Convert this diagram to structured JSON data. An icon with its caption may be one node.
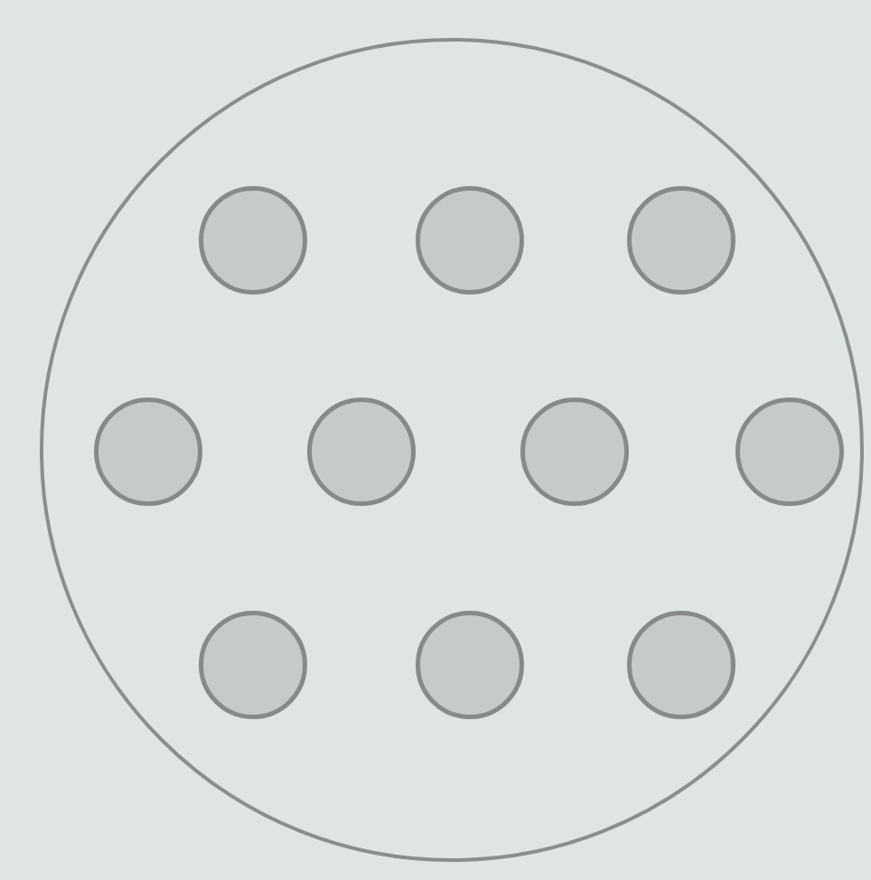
{
  "diagram": {
    "nodes": [
      {
        "text": [],
        "shape": "circle"
      },
      {
        "text": [],
        "shape": "circle",
        "in": 0
      },
      {
        "text": [],
        "shape": "circle",
        "in": 0
      },
      {
        "text": [],
        "shape": "circle",
        "in": 0
      },
      {
        "text": [],
        "shape": "circle",
        "in": 0
      },
      {
        "text": [],
        "shape": "circle",
        "in": 0
      },
      {
        "text": [],
        "shape": "circle",
        "in": 0
      },
      {
        "text": [],
        "shape": "circle",
        "in": 0
      },
      {
        "text": [],
        "shape": "circle",
        "in": 0
      },
      {
        "text": [],
        "shape": "circle",
        "in": 0
      },
      {
        "text": [],
        "shape": "circle",
        "in": 0
      }
    ]
  }
}
